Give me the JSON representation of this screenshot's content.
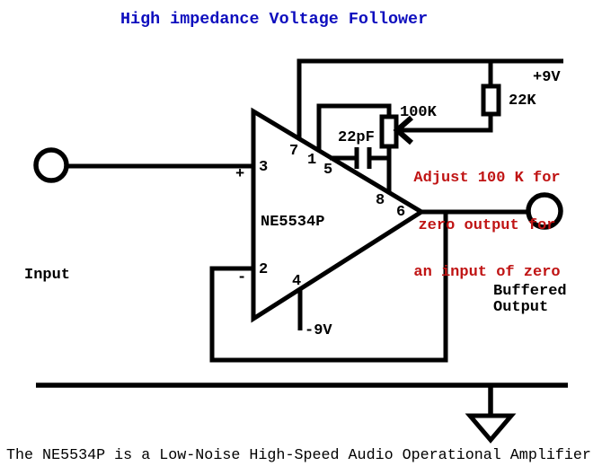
{
  "title": "High impedance Voltage Follower",
  "caption": "The NE5534P is a Low-Noise High-Speed Audio Operational Amplifier",
  "power": {
    "positive_rail": "+9V",
    "negative_rail": "-9V"
  },
  "components": {
    "resistor_value": "22K",
    "potentiometer_value": "100K",
    "capacitor_value": "22pF",
    "opamp_part": "NE5534P"
  },
  "terminals": {
    "input": "Input",
    "output_line1": "Buffered",
    "output_line2": "Output"
  },
  "opamp_pins": {
    "pin1": "1",
    "pin2": "2",
    "pin3": "3",
    "pin4": "4",
    "pin5": "5",
    "pin6": "6",
    "pin7": "7",
    "pin8": "8",
    "noninverting_sign": "+",
    "inverting_sign": "-"
  },
  "annotation": {
    "line1": "Adjust 100 K for",
    "line2": "zero output for",
    "line3": "an input of zero"
  },
  "colors": {
    "title_blue": "#0e0ebe",
    "annotation_red": "#c01414",
    "wire_black": "#000000",
    "background": "#ffffff"
  }
}
